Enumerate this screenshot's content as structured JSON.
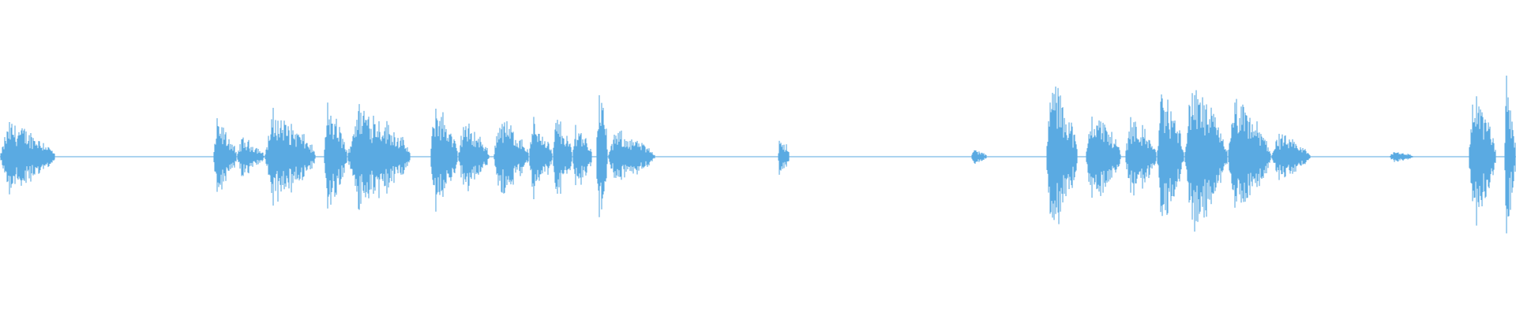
{
  "waveform": {
    "color": "#5aaae2",
    "background": "#ffffff",
    "duration": 1920,
    "segments": [
      {
        "start": 0,
        "end": 70,
        "peak": 0.22
      },
      {
        "start": 270,
        "end": 300,
        "peak": 0.22
      },
      {
        "start": 300,
        "end": 335,
        "peak": 0.12
      },
      {
        "start": 335,
        "end": 400,
        "peak": 0.28
      },
      {
        "start": 410,
        "end": 440,
        "peak": 0.32
      },
      {
        "start": 440,
        "end": 520,
        "peak": 0.34
      },
      {
        "start": 545,
        "end": 580,
        "peak": 0.34
      },
      {
        "start": 580,
        "end": 620,
        "peak": 0.22
      },
      {
        "start": 625,
        "end": 670,
        "peak": 0.26
      },
      {
        "start": 670,
        "end": 700,
        "peak": 0.24
      },
      {
        "start": 700,
        "end": 725,
        "peak": 0.26
      },
      {
        "start": 725,
        "end": 750,
        "peak": 0.22
      },
      {
        "start": 755,
        "end": 770,
        "peak": 0.5
      },
      {
        "start": 770,
        "end": 830,
        "peak": 0.16
      },
      {
        "start": 985,
        "end": 1000,
        "peak": 0.14
      },
      {
        "start": 1230,
        "end": 1250,
        "peak": 0.05
      },
      {
        "start": 1325,
        "end": 1365,
        "peak": 0.5
      },
      {
        "start": 1375,
        "end": 1420,
        "peak": 0.3
      },
      {
        "start": 1425,
        "end": 1465,
        "peak": 0.26
      },
      {
        "start": 1465,
        "end": 1500,
        "peak": 0.42
      },
      {
        "start": 1500,
        "end": 1555,
        "peak": 0.45
      },
      {
        "start": 1555,
        "end": 1610,
        "peak": 0.35
      },
      {
        "start": 1610,
        "end": 1660,
        "peak": 0.14
      },
      {
        "start": 1760,
        "end": 1790,
        "peak": 0.04
      },
      {
        "start": 1860,
        "end": 1895,
        "peak": 0.42
      },
      {
        "start": 1905,
        "end": 1920,
        "peak": 0.48
      }
    ]
  }
}
